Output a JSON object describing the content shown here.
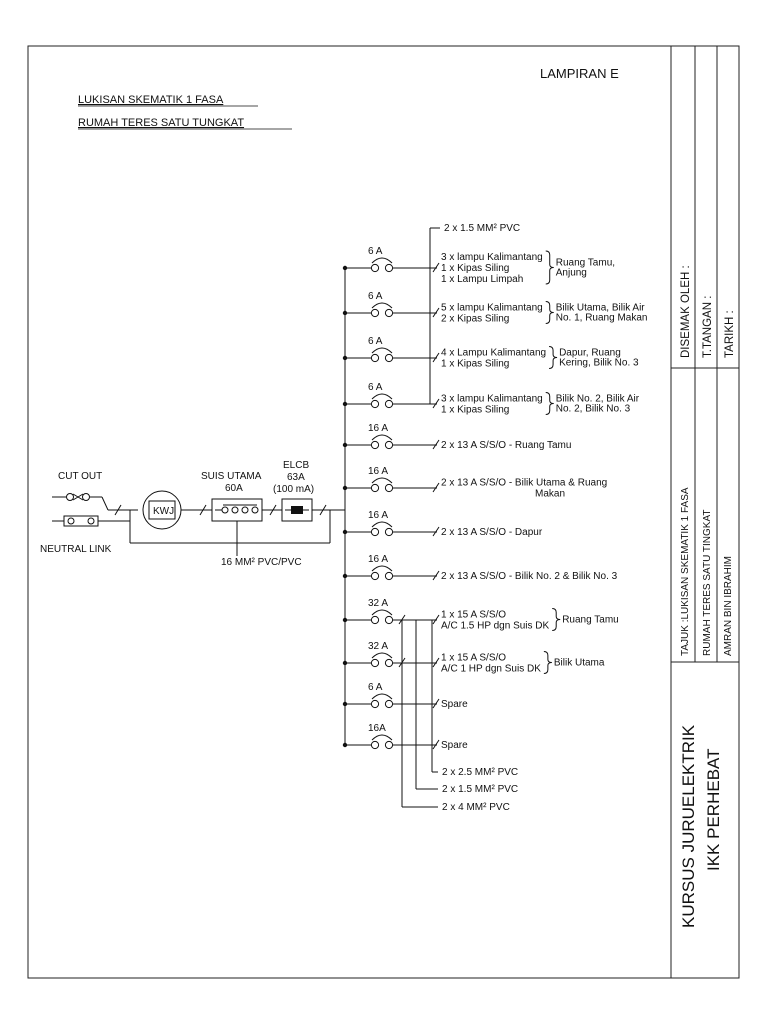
{
  "header": {
    "appendix": "LAMPIRAN E",
    "title_line1": "LUKISAN SKEMATIK 1 FASA",
    "title_line2": "RUMAH TERES SATU TUNGKAT"
  },
  "supply": {
    "cut_out": "CUT OUT",
    "neutral_link": "NEUTRAL LINK",
    "meter": "KWJ",
    "main_switch_name": "SUIS UTAMA",
    "main_switch_rating": "60A",
    "elcb_name": "ELCB",
    "elcb_rating": "63A",
    "elcb_sensitivity": "(100 mA)",
    "cable": "16 MM² PVC/PVC"
  },
  "cables": {
    "top": "2 x 1.5 MM² PVC",
    "bottom": [
      "2 x 2.5 MM² PVC",
      "2 x 1.5 MM² PVC",
      "2 x 4 MM² PVC"
    ]
  },
  "circuits": [
    {
      "rating": "6 A",
      "loads": [
        "3 x lampu Kalimantang",
        "1 x Kipas Siling",
        "1 x Lampu Limpah"
      ],
      "rooms": [
        "Ruang Tamu,",
        "Anjung"
      ]
    },
    {
      "rating": "6 A",
      "loads": [
        "5 x lampu Kalimantang",
        "2 x Kipas Siling"
      ],
      "rooms": [
        "Bilik Utama, Bilik Air",
        "No. 1, Ruang Makan"
      ]
    },
    {
      "rating": "6 A",
      "loads": [
        "4 x Lampu Kalimantang",
        "1 x Kipas Siling"
      ],
      "rooms": [
        "Dapur, Ruang",
        "Kering, Bilik No. 3"
      ]
    },
    {
      "rating": "6 A",
      "loads": [
        "3 x lampu Kalimantang",
        "1 x Kipas Siling"
      ],
      "rooms": [
        "Bilik No. 2, Bilik Air",
        "No. 2, Bilik No. 3"
      ]
    },
    {
      "rating": "16 A",
      "loads": [
        "2 x 13 A S/S/O  -  Ruang Tamu"
      ],
      "rooms": []
    },
    {
      "rating": "16 A",
      "loads": [
        "2 x 13 A S/S/O  -  Bilik Utama & Ruang",
        "Makan"
      ],
      "rooms": []
    },
    {
      "rating": "16 A",
      "loads": [
        "2 x 13 A S/S/O  -  Dapur"
      ],
      "rooms": []
    },
    {
      "rating": "16 A",
      "loads": [
        "2 x 13 A S/S/O  -  Bilik No. 2 & Bilik No. 3"
      ],
      "rooms": []
    },
    {
      "rating": "32 A",
      "loads": [
        "1 x 15 A S/S/O",
        "A/C 1.5 HP dgn Suis DK"
      ],
      "rooms": [
        "Ruang Tamu"
      ]
    },
    {
      "rating": "32 A",
      "loads": [
        "1 x 15 A S/S/O",
        "A/C 1 HP dgn Suis DK"
      ],
      "rooms": [
        "Bilik Utama"
      ]
    },
    {
      "rating": "6 A",
      "loads": [
        "Spare"
      ],
      "rooms": []
    },
    {
      "rating": "16A",
      "loads": [
        "Spare"
      ],
      "rooms": []
    }
  ],
  "title_block": {
    "approved_by": "DISEMAK OLEH :",
    "signature": "T.TANGAN :",
    "date": "TARIKH :",
    "subject": "TAJUK :LUKISAN SKEMATIK 1 FASA",
    "subject_detail": "RUMAH TERES SATU TINGKAT",
    "author": "AMRAN BIN IBRAHIM",
    "course": "KURSUS JURUELEKTRIK",
    "institute": "IKK PERHEBAT"
  }
}
